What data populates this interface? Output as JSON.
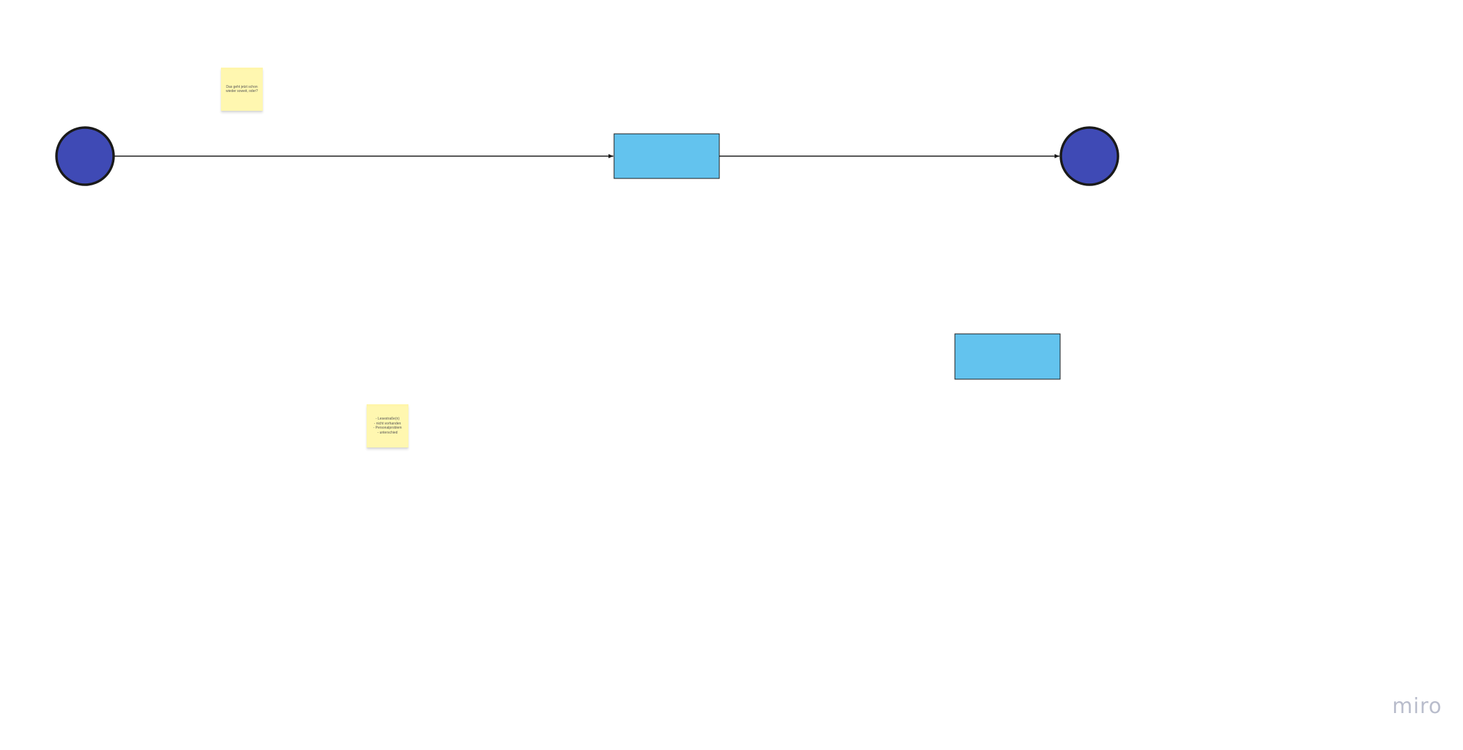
{
  "board": {
    "colors": {
      "start_end_node": "#3f4ab5",
      "process_box": "#63c3ee",
      "connector": "#1a1a1a",
      "sticky_note": "#fff7b0"
    },
    "sticky_notes": [
      {
        "text": "Das geht jetzt schon\nwieder soweit, oder?"
      },
      {
        "text": "- Lesestraße(n)\n- nicht vorhanden\n- Personalproblem\n- unterschied"
      }
    ],
    "watermark": "miro"
  }
}
